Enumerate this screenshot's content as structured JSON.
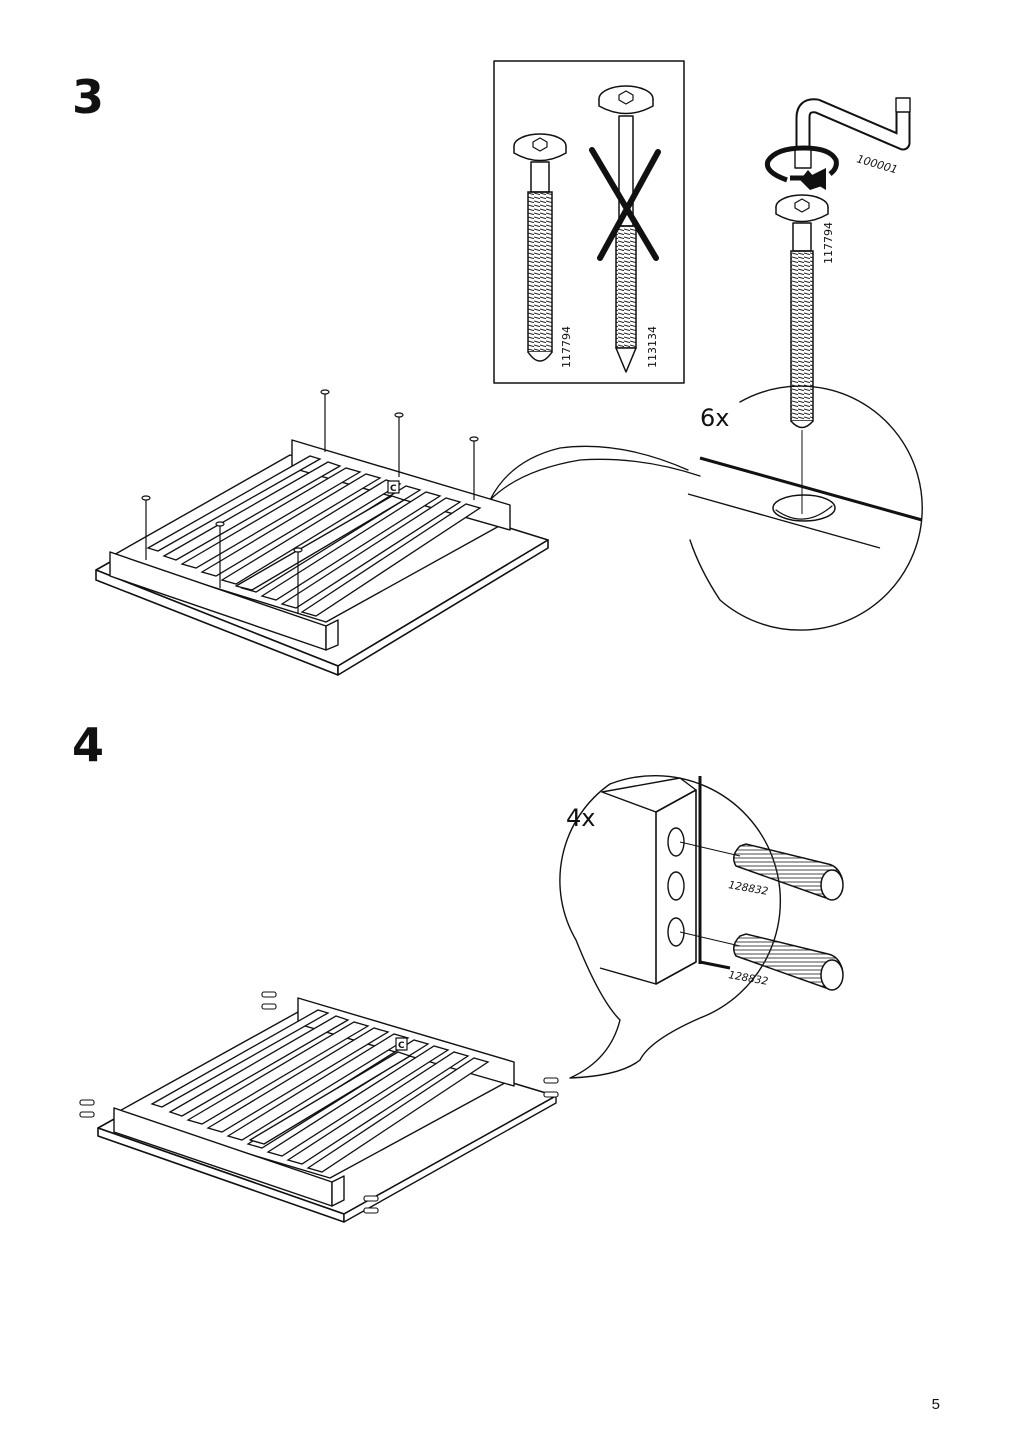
{
  "steps": [
    {
      "number": "3"
    },
    {
      "number": "4"
    }
  ],
  "step3": {
    "screw_ok_code": "117794",
    "screw_wrong_code": "113134",
    "allen_key_code": "100001",
    "screw_detail_code": "117794",
    "quantity": "6x",
    "part_letter": "C"
  },
  "step4": {
    "quantity": "4x",
    "dowel_code_top": "128832",
    "dowel_code_bottom": "128832",
    "part_letter": "C"
  },
  "page_number": "5",
  "icons": {
    "screw": "screw-icon",
    "wrong_mark": "cross-mark-icon",
    "allen_key": "allen-key-icon",
    "rotate": "rotate-arrow-icon",
    "dowel": "dowel-icon"
  }
}
